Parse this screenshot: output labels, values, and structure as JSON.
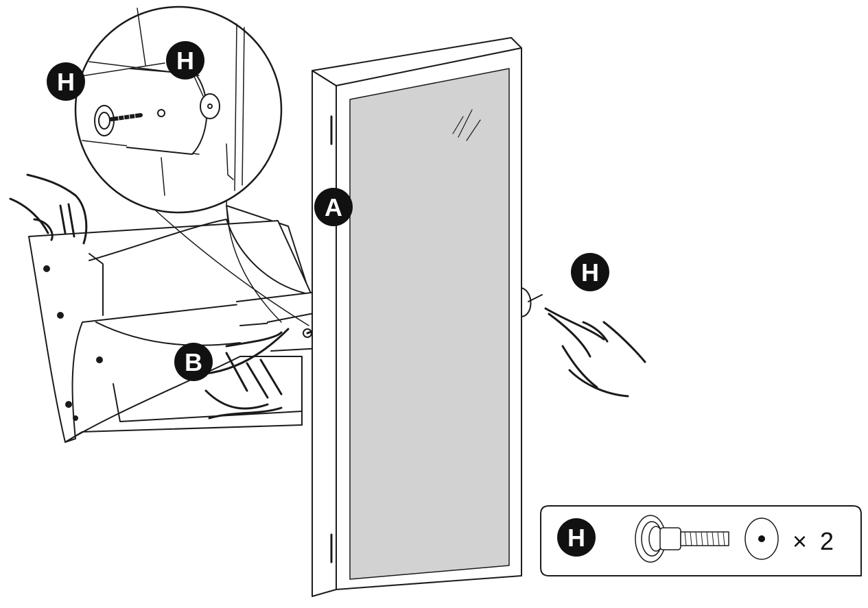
{
  "labels": {
    "mirror": "A",
    "bracket": "B",
    "hardware_top_left": "H",
    "hardware_top_right": "H",
    "hardware_side": "H",
    "legend": "H"
  },
  "legend": {
    "times": "×",
    "count": "2"
  },
  "colors": {
    "line": "#1a1a1a",
    "glass": "#d2d2d2",
    "badge": "#111111",
    "paper": "#ffffff"
  }
}
